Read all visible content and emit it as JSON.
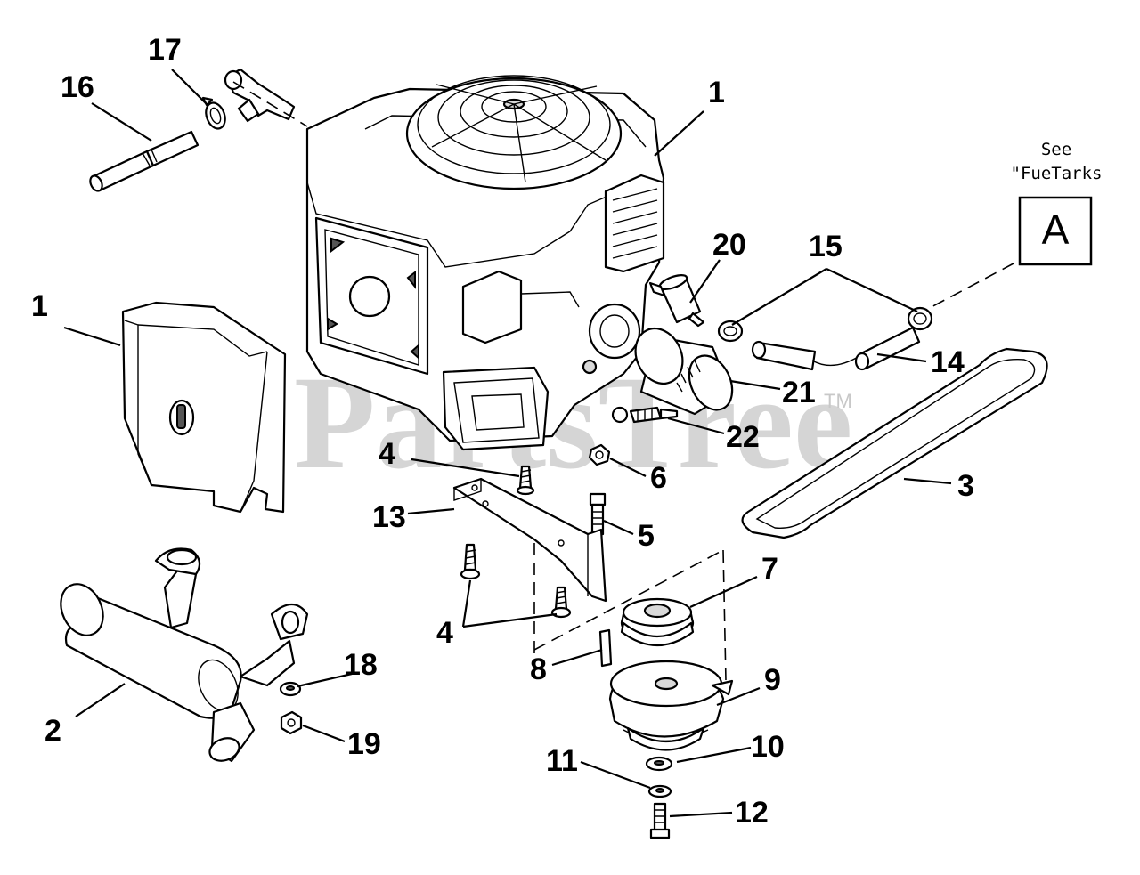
{
  "diagram": {
    "watermark": "PartsTree",
    "watermark_mark": "TM",
    "reference_note_line1": "See",
    "reference_note_line2": "\"FueTarks",
    "reference_box_letter": "A",
    "callouts": {
      "c1a": "1",
      "c1b": "1",
      "c2": "2",
      "c3": "3",
      "c4a": "4",
      "c4b": "4",
      "c5": "5",
      "c6": "6",
      "c7": "7",
      "c8": "8",
      "c9": "9",
      "c10": "10",
      "c11": "11",
      "c12": "12",
      "c13": "13",
      "c14": "14",
      "c15": "15",
      "c16": "16",
      "c17": "17",
      "c18": "18",
      "c19": "19",
      "c20": "20",
      "c21": "21",
      "c22": "22"
    }
  }
}
